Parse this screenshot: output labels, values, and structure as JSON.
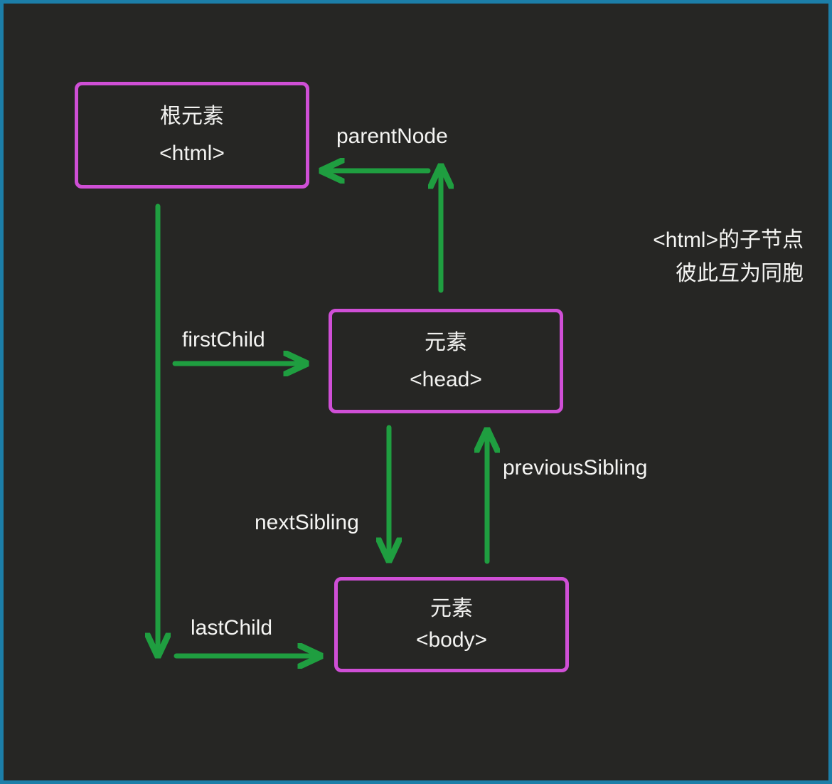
{
  "diagram": {
    "title": "DOM node relationships diagram",
    "background_color": "#262624",
    "frame_color": "#1c7ea8",
    "node_border_color": "#cf4fd6",
    "arrow_color": "#1f9e40",
    "text_color": "#f4f4f2",
    "nodes": [
      {
        "id": "html",
        "kind": "根元素",
        "tag": "<html>"
      },
      {
        "id": "head",
        "kind": "元素",
        "tag": "<head>"
      },
      {
        "id": "body",
        "kind": "元素",
        "tag": "<body>"
      }
    ],
    "edge_labels": {
      "parent_node": "parentNode",
      "first_child": "firstChild",
      "last_child": "lastChild",
      "next_sibling": "nextSibling",
      "previous_sibling": "previousSibling"
    },
    "annotation": {
      "line1": "<html>的子节点",
      "line2": "彼此互为同胞"
    }
  }
}
